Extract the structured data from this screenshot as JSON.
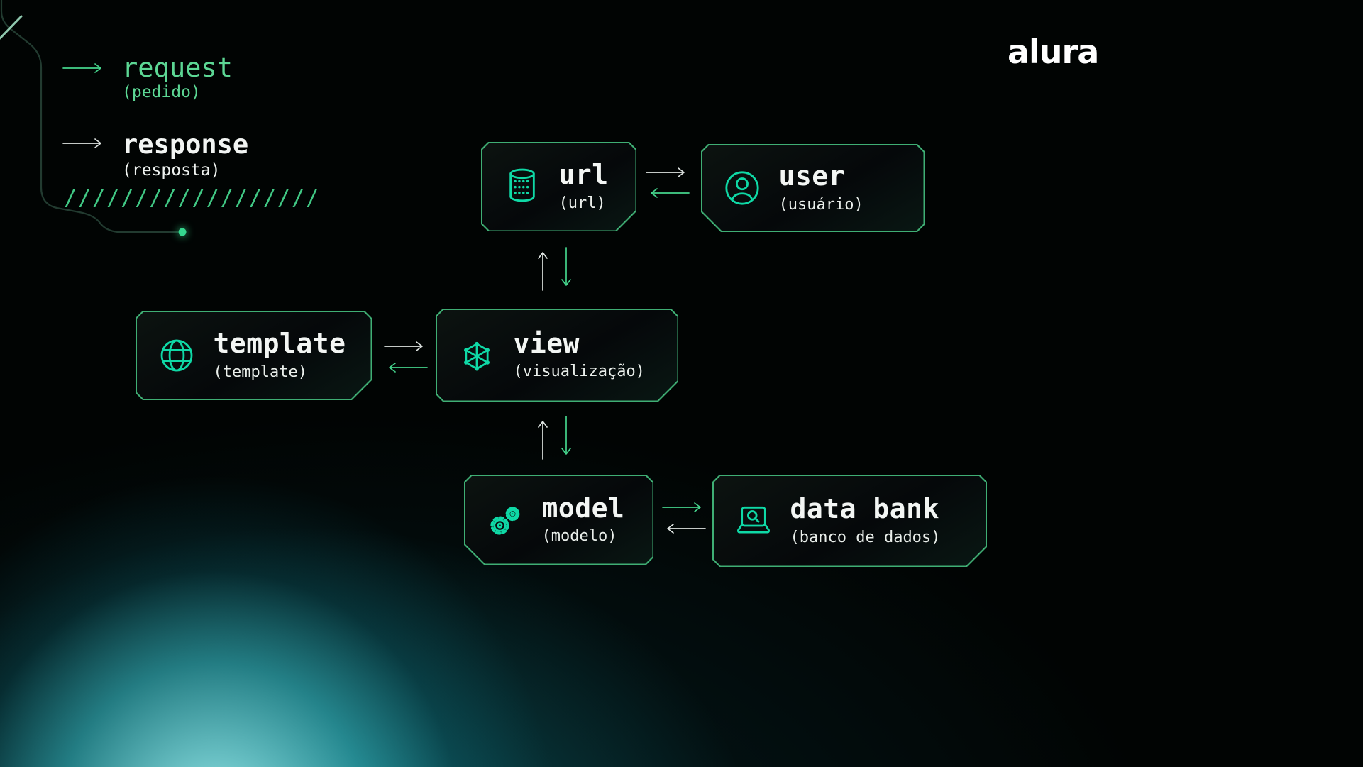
{
  "logo": {
    "text": "alura"
  },
  "legend": {
    "request": {
      "label": "request",
      "sub": "(pedido)"
    },
    "response": {
      "label": "response",
      "sub": "(resposta)"
    },
    "hatch": "//////////////////"
  },
  "nodes": {
    "url": {
      "label": "url",
      "sub": "(url)",
      "icon": "database-icon"
    },
    "user": {
      "label": "user",
      "sub": "(usuário)",
      "icon": "user-icon"
    },
    "template": {
      "label": "template",
      "sub": "(template)",
      "icon": "globe-icon"
    },
    "view": {
      "label": "view",
      "sub": "(visualização)",
      "icon": "network-icon"
    },
    "model": {
      "label": "model",
      "sub": "(modelo)",
      "icon": "gears-icon"
    },
    "data_bank": {
      "label": "data bank",
      "sub": "(banco de dados)",
      "icon": "laptop-search-icon"
    }
  },
  "edges": [
    {
      "from": "user",
      "to": "url",
      "type": "request"
    },
    {
      "from": "url",
      "to": "user",
      "type": "response"
    },
    {
      "from": "url",
      "to": "view",
      "type": "request"
    },
    {
      "from": "view",
      "to": "url",
      "type": "response"
    },
    {
      "from": "view",
      "to": "template",
      "type": "request"
    },
    {
      "from": "template",
      "to": "view",
      "type": "response"
    },
    {
      "from": "view",
      "to": "model",
      "type": "request"
    },
    {
      "from": "model",
      "to": "view",
      "type": "response"
    },
    {
      "from": "model",
      "to": "data_bank",
      "type": "request"
    },
    {
      "from": "data_bank",
      "to": "model",
      "type": "response"
    }
  ],
  "colors": {
    "request_green": "#45d48c",
    "response_white": "#dfe5e2",
    "border_green": "#3fae74",
    "icon_teal": "#0fd9a6",
    "label_white": "#f3f6f4",
    "legend_green": "#5cd794"
  }
}
